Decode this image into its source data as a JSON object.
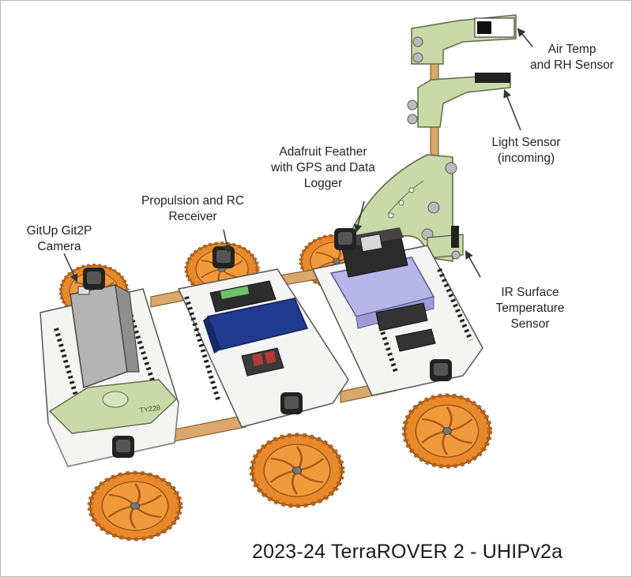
{
  "labels": {
    "air_temp_rh": "Air Temp\nand RH Sensor",
    "light_sensor": "Light Sensor\n(incoming)",
    "adafruit_feather": "Adafruit Feather\nwith GPS and Data\nLogger",
    "propulsion_rc": "Propulsion and RC\nReceiver",
    "gitup_camera": "GitUp Git2P\nCamera",
    "ir_surface_temp": "IR Surface\nTemperature\nSensor"
  },
  "caption": "2023-24 TerraROVER 2 - UHIPv2a",
  "part_number": "TY228",
  "colors": {
    "wheel_orange": "#e8892b",
    "chassis_white": "#f4f4f2",
    "mount_green": "#c9d9a8",
    "battery_blue": "#1f3a8f",
    "enclosure_lavender": "#b7b6e8",
    "camera_gray": "#b4b4b4",
    "axle_wood": "#d9a86a"
  }
}
